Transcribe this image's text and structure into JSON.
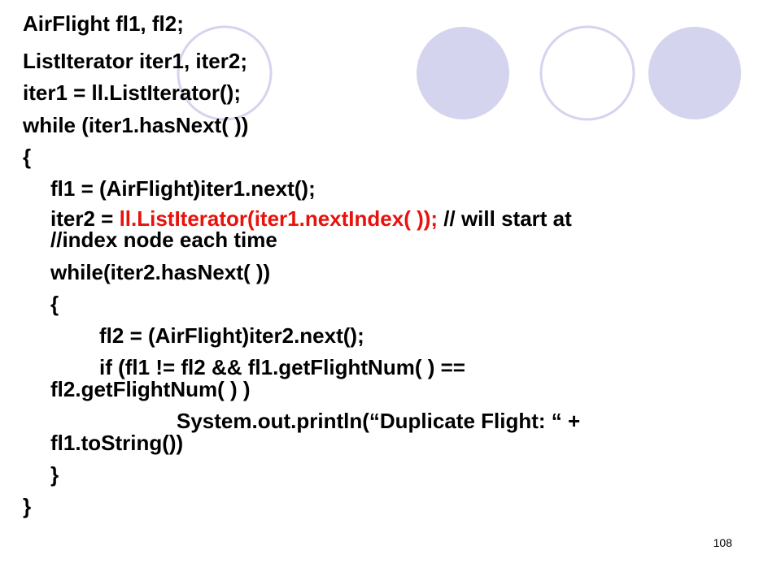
{
  "slide": {
    "page_number": "108",
    "colors": {
      "text": "#000000",
      "highlight": "#e8120c",
      "circle_fill": "#d4d4ee",
      "circle_stroke": "#d4d4ee"
    },
    "code_lines": [
      "AirFlight fl1, fl2;",
      "ListIterator iter1, iter2;",
      "iter1 = ll.ListIterator();",
      "while (iter1.hasNext( ))",
      "{",
      "fl1 = (AirFlight)iter1.next();",
      {
        "before": "iter2 = ",
        "highlight": "ll.ListIterator(iter1.nextIndex( ));",
        "after": " // will start at"
      },
      "//index node each time",
      "while(iter2.hasNext( ))",
      "{",
      "fl2 = (AirFlight)iter2.next();",
      "if (fl1 != fl2 && fl1.getFlightNum( ) ==",
      "fl2.getFlightNum( )  )",
      "System.out.println(“Duplicate Flight: “ +",
      "fl1.toString())",
      "}",
      "}"
    ]
  }
}
